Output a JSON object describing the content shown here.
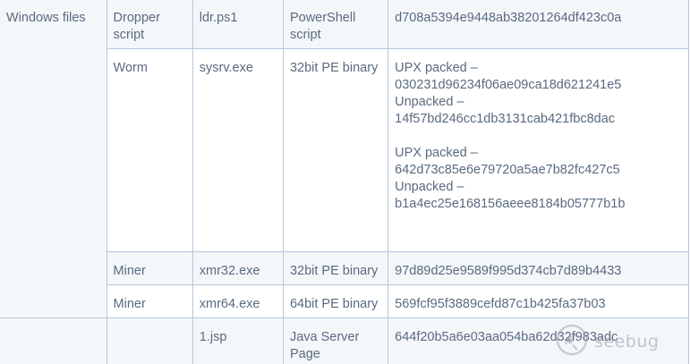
{
  "table": {
    "category": "Windows files",
    "rows": {
      "dropper": {
        "type": "Dropper script",
        "filename": "ldr.ps1",
        "format": "PowerShell script",
        "hash": "d708a5394e9448ab38201264df423c0a"
      },
      "worm": {
        "type": "Worm",
        "filename": "sysrv.exe",
        "format": "32bit PE binary",
        "hashes": [
          {
            "packed_label": "UPX packed –",
            "packed": "030231d96234f06ae09ca18d621241e5",
            "unpacked_label": "Unpacked –",
            "unpacked": "14f57bd246cc1db3131cab421fbc8dac"
          },
          {
            "packed_label": "UPX packed –",
            "packed": "642d73c85e6e79720a5ae7b82fc427c5",
            "unpacked_label": "Unpacked –",
            "unpacked": "b1a4ec25e168156aeee8184b05777b1b"
          }
        ]
      },
      "miner32": {
        "type": "Miner",
        "filename": "xmr32.exe",
        "format": "32bit PE binary",
        "hash": "97d89d25e9589f995d374cb7d89b4433"
      },
      "miner64": {
        "type": "Miner",
        "filename": "xmr64.exe",
        "format": "64bit PE binary",
        "hash": "569fcf95f3889cefd87c1b425fa37b03"
      },
      "jsp": {
        "type": "",
        "filename": "1.jsp",
        "format": "Java Server Page",
        "hash": "644f20b5a6e03aa054ba62d32f983adc"
      }
    }
  },
  "watermark": {
    "text": "seebug",
    "icon": "seebug-logo-icon"
  }
}
